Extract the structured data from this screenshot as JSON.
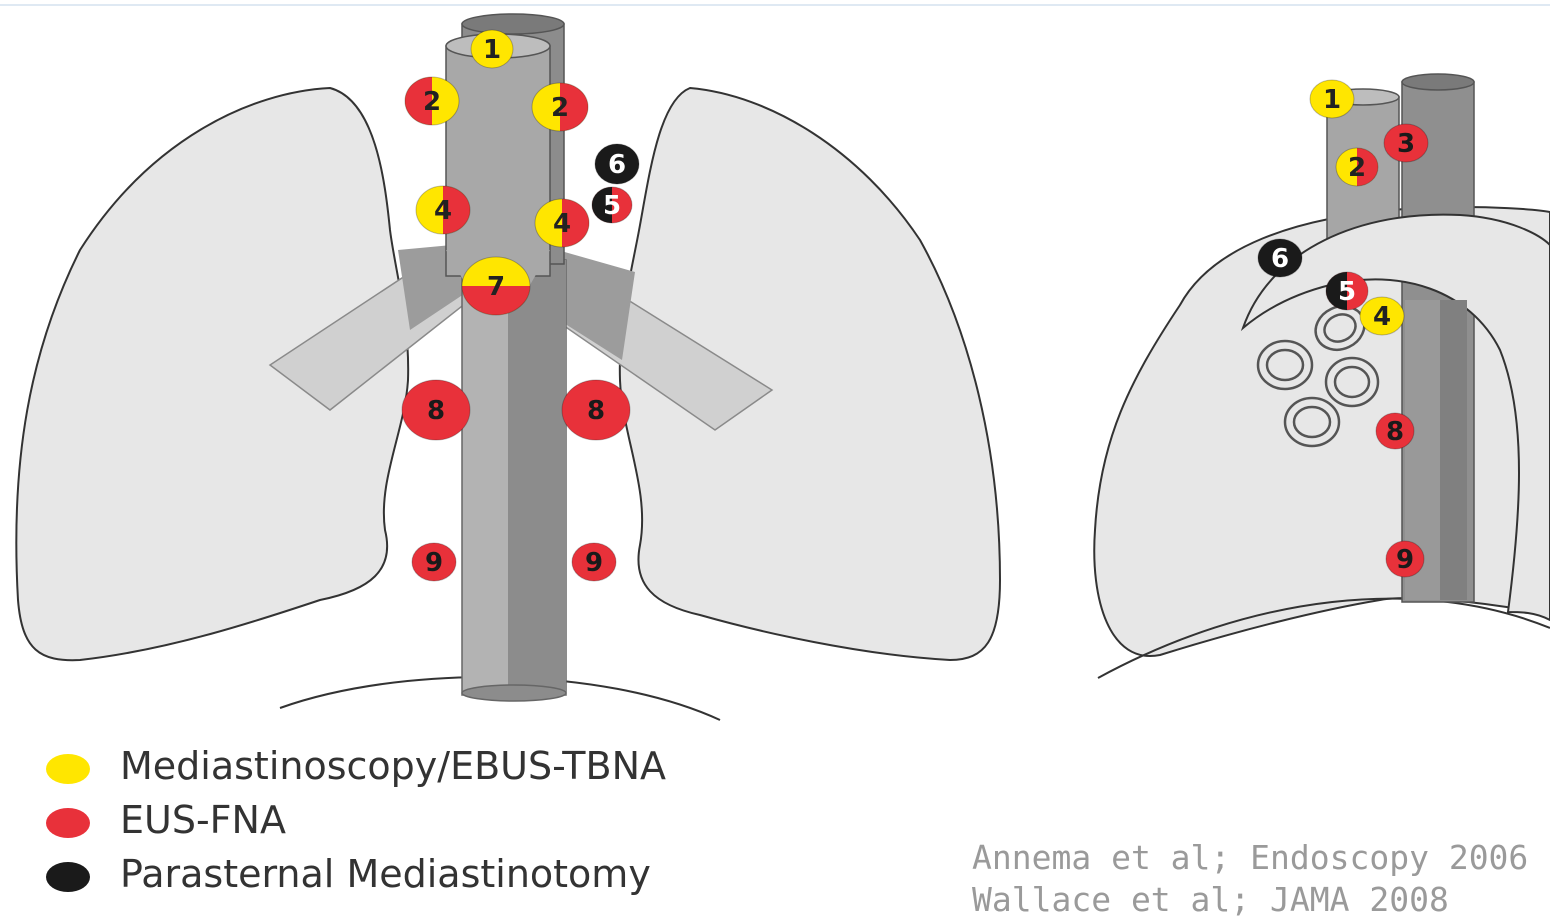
{
  "colors": {
    "yellow": "#ffe600",
    "red": "#e8313a",
    "black": "#1a1a1a",
    "lung_fill": "#e7e7e7",
    "trachea_fill": "#a6a6a6",
    "airway_light": "#d2d2d2"
  },
  "front_view": {
    "nodes": [
      {
        "label": "1",
        "type": "yellow"
      },
      {
        "label": "2",
        "type": "split-red-left"
      },
      {
        "label": "2",
        "type": "split-red-right"
      },
      {
        "label": "6",
        "type": "black"
      },
      {
        "label": "5",
        "type": "split-red-black"
      },
      {
        "label": "4",
        "type": "split-red-right"
      },
      {
        "label": "4",
        "type": "split-red-right"
      },
      {
        "label": "7",
        "type": "split-horizontal"
      },
      {
        "label": "8",
        "type": "red"
      },
      {
        "label": "8",
        "type": "red"
      },
      {
        "label": "9",
        "type": "red"
      },
      {
        "label": "9",
        "type": "red"
      }
    ]
  },
  "side_view": {
    "nodes": [
      {
        "label": "1",
        "type": "yellow"
      },
      {
        "label": "3",
        "type": "red"
      },
      {
        "label": "2",
        "type": "split-red-right"
      },
      {
        "label": "6",
        "type": "black"
      },
      {
        "label": "5",
        "type": "split-red-black"
      },
      {
        "label": "4",
        "type": "yellow"
      },
      {
        "label": "8",
        "type": "red"
      },
      {
        "label": "9",
        "type": "red"
      }
    ]
  },
  "legend": [
    {
      "label": "Mediastinoscopy/EBUS-TBNA",
      "color": "#ffe600"
    },
    {
      "label": "EUS-FNA",
      "color": "#e8313a"
    },
    {
      "label": "Parasternal Mediastinotomy",
      "color": "#1a1a1a"
    }
  ],
  "citations": [
    "Annema et al; Endoscopy 2006",
    "Wallace et al; JAMA 2008"
  ]
}
